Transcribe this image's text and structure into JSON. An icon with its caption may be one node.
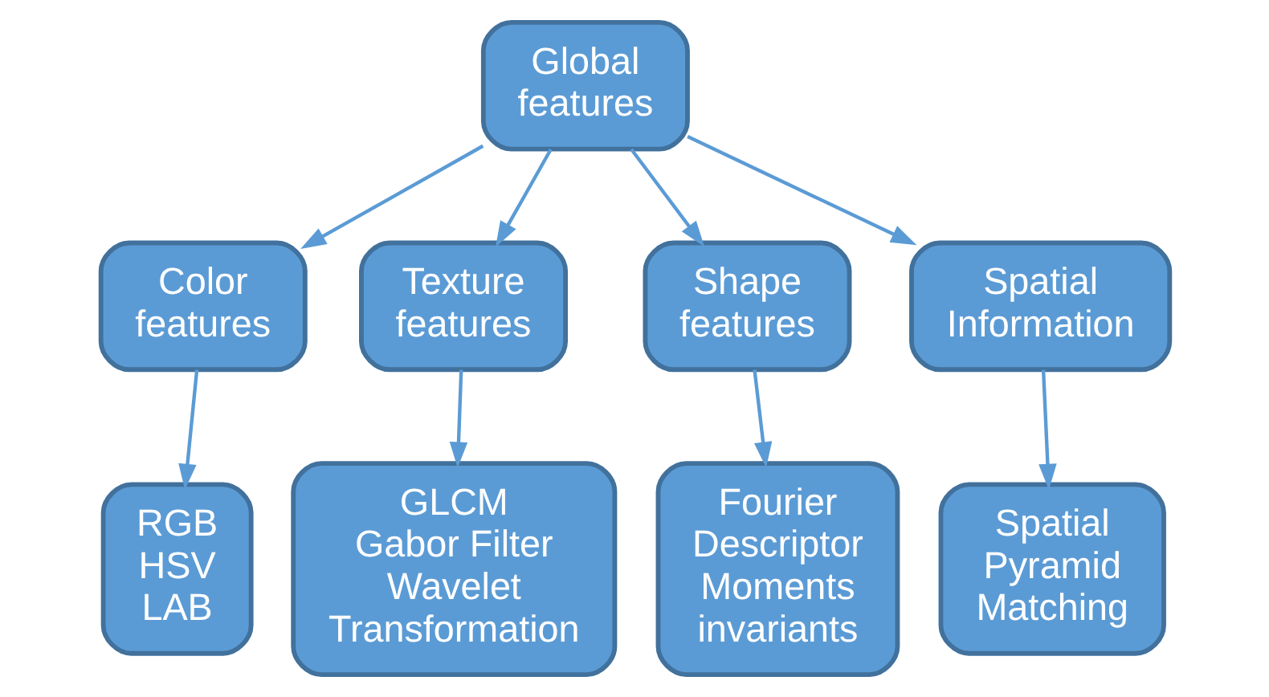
{
  "diagram": {
    "nodes": [
      {
        "text": [
          "Global features"
        ]
      },
      {
        "text": [
          "Color features"
        ]
      },
      {
        "text": [
          "Texture features"
        ]
      },
      {
        "text": [
          "Shape features"
        ]
      },
      {
        "text": [
          "Spatial Information"
        ]
      },
      {
        "text": [
          "RGB",
          "HSV",
          "LAB"
        ]
      },
      {
        "text": [
          "GLCM",
          "Gabor Filter",
          "Wavelet Transformation"
        ]
      },
      {
        "text": [
          "Fourier Descriptor",
          "Moments invariants"
        ]
      },
      {
        "text": [
          "Spatial Pyramid Matching"
        ]
      }
    ],
    "edges": [
      {
        "from": 0,
        "to": 1,
        "arrow": "to"
      },
      {
        "from": 0,
        "to": 2,
        "arrow": "to"
      },
      {
        "from": 0,
        "to": 3,
        "arrow": "to"
      },
      {
        "from": 0,
        "to": 4,
        "arrow": "to"
      },
      {
        "from": 1,
        "to": 5,
        "arrow": "to"
      },
      {
        "from": 2,
        "to": 6,
        "arrow": "to"
      },
      {
        "from": 3,
        "to": 7,
        "arrow": "to"
      },
      {
        "from": 4,
        "to": 8,
        "arrow": "to"
      }
    ]
  }
}
